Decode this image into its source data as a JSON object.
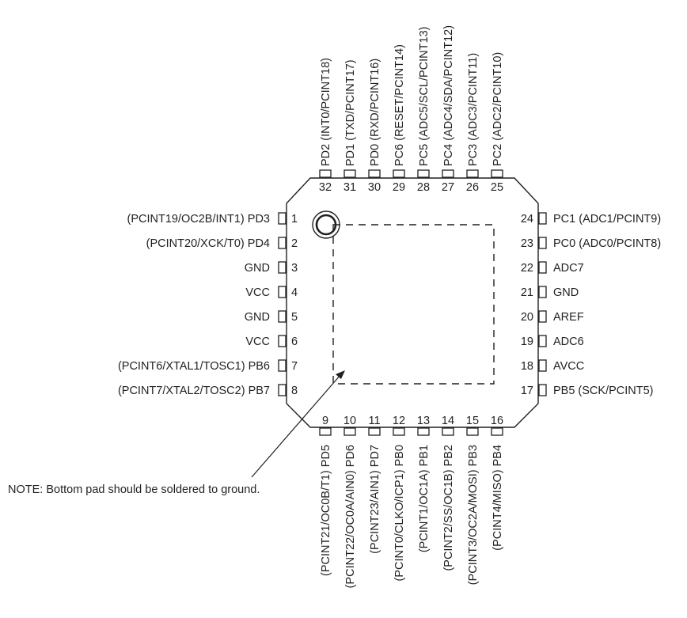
{
  "note": "NOTE: Bottom pad should be soldered to ground.",
  "pins": {
    "left": [
      {
        "num": "1",
        "label": "(PCINT19/OC2B/INT1) PD3"
      },
      {
        "num": "2",
        "label": "(PCINT20/XCK/T0) PD4"
      },
      {
        "num": "3",
        "label": "GND"
      },
      {
        "num": "4",
        "label": "VCC"
      },
      {
        "num": "5",
        "label": "GND"
      },
      {
        "num": "6",
        "label": "VCC"
      },
      {
        "num": "7",
        "label": "(PCINT6/XTAL1/TOSC1) PB6"
      },
      {
        "num": "8",
        "label": "(PCINT7/XTAL2/TOSC2) PB7"
      }
    ],
    "bottom": [
      {
        "num": "9",
        "label": "(PCINT21/OC0B/T1) PD5"
      },
      {
        "num": "10",
        "label": "(PCINT22/OC0A/AIN0) PD6"
      },
      {
        "num": "11",
        "label": "(PCINT23/AIN1) PD7"
      },
      {
        "num": "12",
        "label": "(PCINT0/CLKO/ICP1) PB0"
      },
      {
        "num": "13",
        "label": "(PCINT1/OC1A) PB1"
      },
      {
        "num": "14",
        "label": "(PCINT2/SS/OC1B) PB2"
      },
      {
        "num": "15",
        "label": "(PCINT3/OC2A/MOSI) PB3"
      },
      {
        "num": "16",
        "label": "(PCINT4/MISO) PB4"
      }
    ],
    "right": [
      {
        "num": "17",
        "label": "PB5 (SCK/PCINT5)"
      },
      {
        "num": "18",
        "label": "AVCC"
      },
      {
        "num": "19",
        "label": "ADC6"
      },
      {
        "num": "20",
        "label": "AREF"
      },
      {
        "num": "21",
        "label": "GND"
      },
      {
        "num": "22",
        "label": "ADC7"
      },
      {
        "num": "23",
        "label": "PC0 (ADC0/PCINT8)"
      },
      {
        "num": "24",
        "label": "PC1 (ADC1/PCINT9)"
      }
    ],
    "top": [
      {
        "num": "25",
        "label": "PC2 (ADC2/PCINT10)"
      },
      {
        "num": "26",
        "label": "PC3 (ADC3/PCINT11)"
      },
      {
        "num": "27",
        "label": "PC4 (ADC4/SDA/PCINT12)"
      },
      {
        "num": "28",
        "label": "PC5 (ADC5/SCL/PCINT13)"
      },
      {
        "num": "29",
        "label": "PC6 (RESET/PCINT14)"
      },
      {
        "num": "30",
        "label": "PD0 (RXD/PCINT16)"
      },
      {
        "num": "31",
        "label": "PD1 (TXD/PCINT17)"
      },
      {
        "num": "32",
        "label": "PD2 (INT0/PCINT18)"
      }
    ]
  },
  "colors": {
    "ink": "#231f20",
    "background": "#ffffff"
  }
}
